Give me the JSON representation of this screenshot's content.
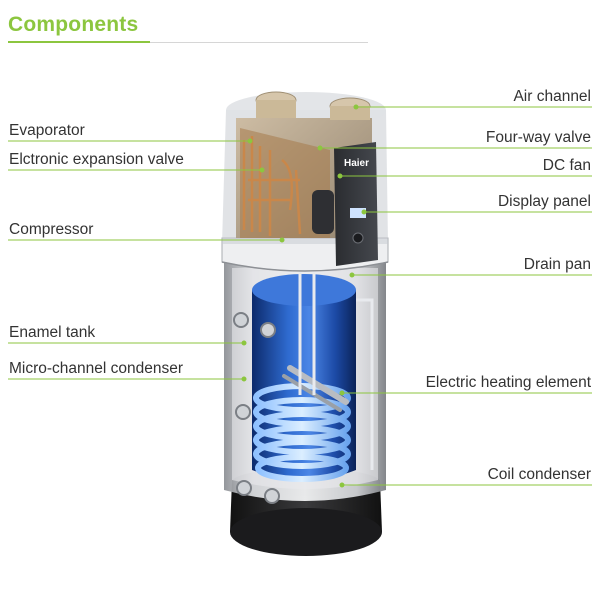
{
  "header": {
    "title": "Components"
  },
  "accent_color": "#8cc63f",
  "unit": {
    "brand": "Haier"
  },
  "components": {
    "left": [
      {
        "id": "evaporator",
        "label": "Evaporator"
      },
      {
        "id": "expansion-valve",
        "label": "Elctronic expansion valve"
      },
      {
        "id": "compressor",
        "label": "Compressor"
      },
      {
        "id": "enamel-tank",
        "label": "Enamel tank"
      },
      {
        "id": "micro-channel-condenser",
        "label": "Micro-channel condenser"
      }
    ],
    "right": [
      {
        "id": "air-channel",
        "label": "Air channel"
      },
      {
        "id": "four-way-valve",
        "label": "Four-way valve"
      },
      {
        "id": "dc-fan",
        "label": "DC fan"
      },
      {
        "id": "display-panel",
        "label": "Display panel"
      },
      {
        "id": "drain-pan",
        "label": "Drain pan"
      },
      {
        "id": "electric-heating-element",
        "label": "Electric heating element"
      },
      {
        "id": "coil-condenser",
        "label": "Coil condenser"
      }
    ]
  }
}
